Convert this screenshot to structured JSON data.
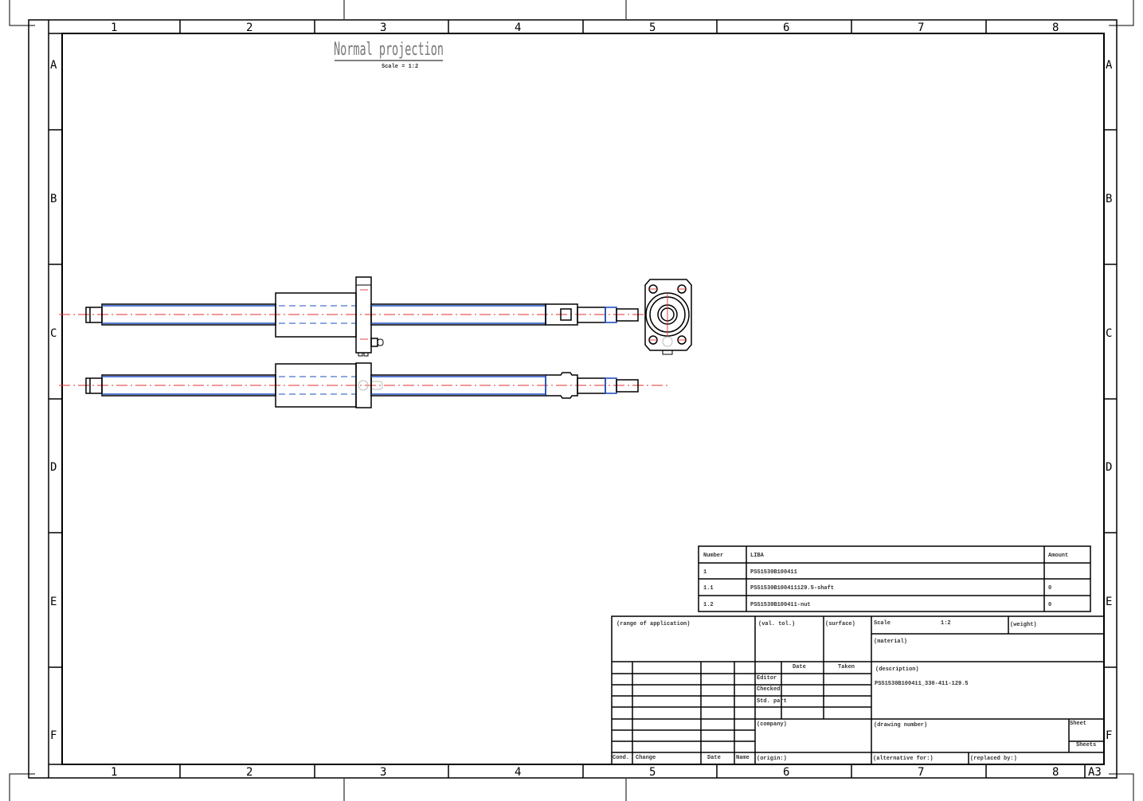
{
  "sheet": {
    "format": "A3",
    "columns": [
      "1",
      "2",
      "3",
      "4",
      "5",
      "6",
      "7",
      "8"
    ],
    "rows": [
      "A",
      "B",
      "C",
      "D",
      "E",
      "F"
    ]
  },
  "view": {
    "title": "Normal projection",
    "scale_note": "Scale = 1:2"
  },
  "bom": {
    "headers": {
      "number": "Number",
      "name": "LIBA",
      "amount": "Amount"
    },
    "rows": [
      {
        "number": "1",
        "name": "PSS1530B100411",
        "amount": ""
      },
      {
        "number": "1.1",
        "name": "PSS1530B100411129.5-shaft",
        "amount": "0"
      },
      {
        "number": "1.2",
        "name": "PSS1530B100411-nut",
        "amount": "0"
      }
    ]
  },
  "title_block": {
    "range_of_application": "(range of application)",
    "val_tol": "(val. tol.)",
    "surface": "(surface)",
    "scale_label": "Scale",
    "scale_value": "1:2",
    "weight": "(weight)",
    "material": "(material)",
    "date_header": "Date",
    "taken_header": "Taken",
    "editor": "Editor",
    "checked": "Checked",
    "std_part": "Std. part",
    "company": "(company)",
    "origin": "(origin:)",
    "description_label": "(description)",
    "description_value": "PSS1530B100411_330-411-129.5",
    "drawing_number": "(drawing number)",
    "sheet": "Sheet",
    "sheets": "Sheets",
    "alternative_for": "(alternative for:)",
    "replaced_by": "(replaced by:)",
    "rev_cond": "Cond.",
    "rev_change": "Change",
    "rev_date": "Date",
    "rev_name": "Name"
  },
  "colors": {
    "outline": "#000000",
    "hidden": "#1f4fbf",
    "centerline": "#e03030"
  }
}
